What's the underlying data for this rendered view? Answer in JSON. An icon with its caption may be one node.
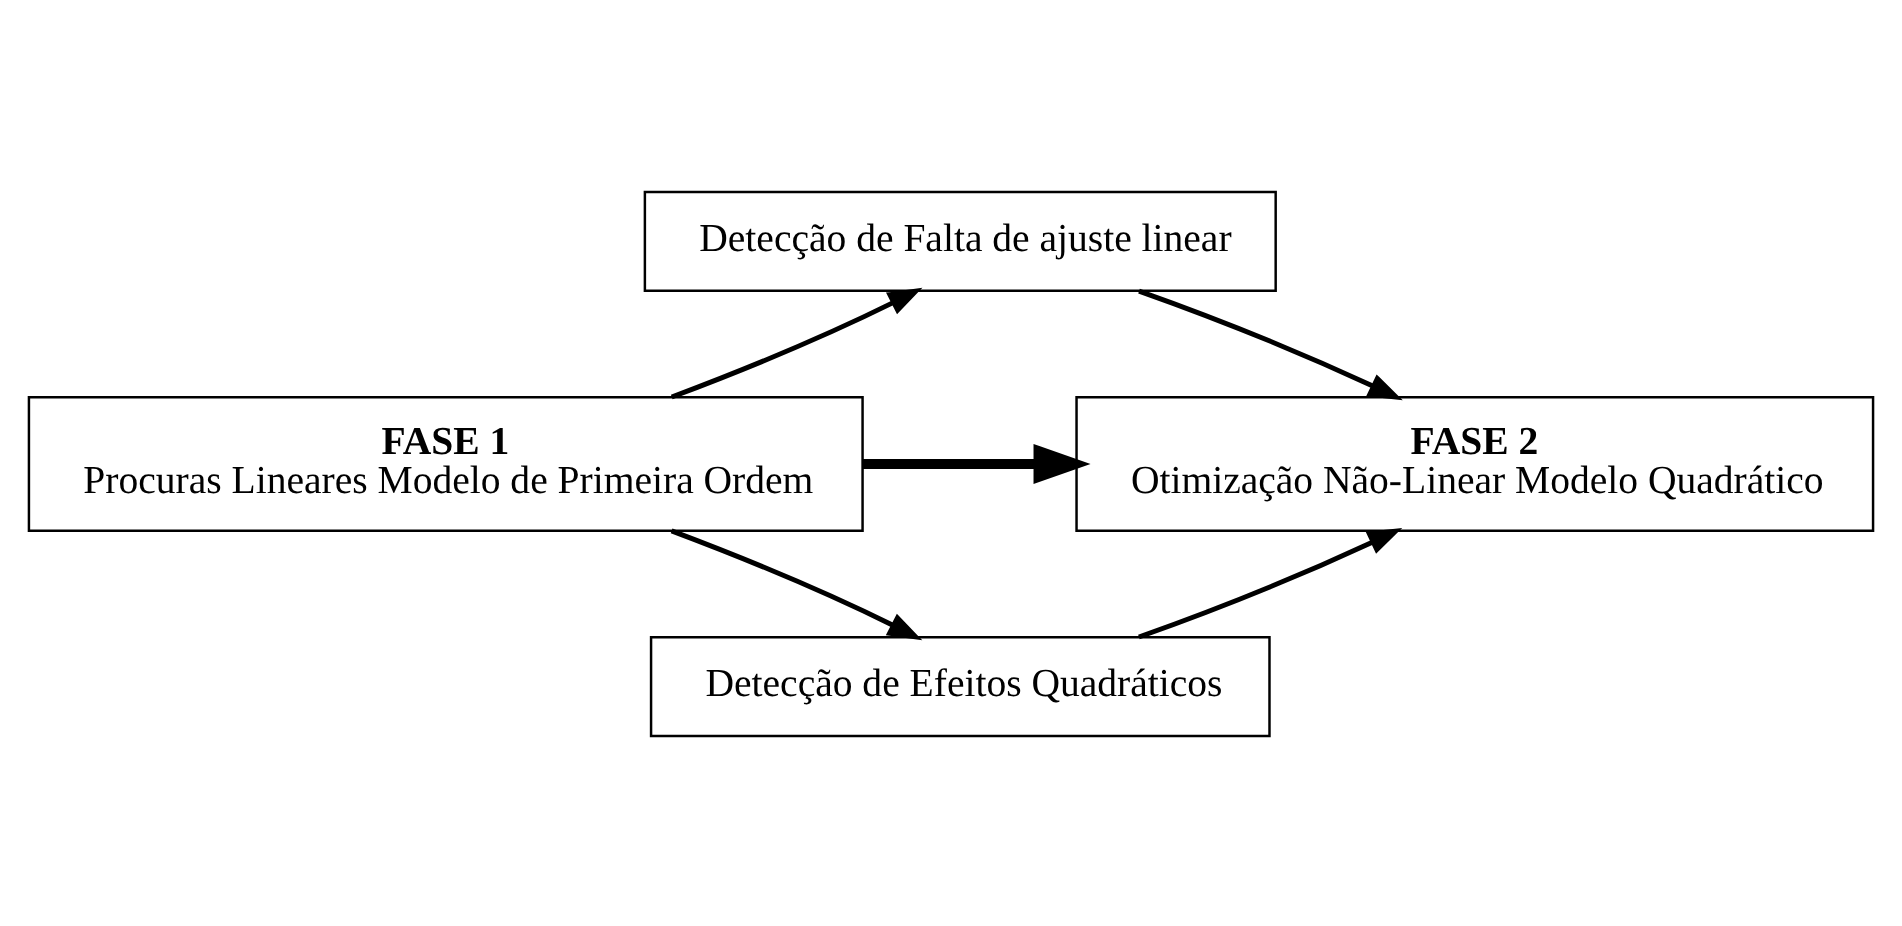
{
  "diagram": {
    "nodes": [
      {
        "text": [
          "Detecção de Falta de ajuste linear"
        ]
      },
      {
        "text": [
          "FASE 1",
          "Procuras Lineares Modelo de Primeira Ordem"
        ]
      },
      {
        "text": [
          "FASE 2",
          "Otimização Não-Linear Modelo Quadrático"
        ]
      },
      {
        "text": [
          "Detecção de Efeitos Quadráticos"
        ]
      }
    ],
    "edges": [
      {
        "from": 1,
        "to": 2,
        "arrow": "to",
        "style": "thick"
      },
      {
        "from": 1,
        "to": 0,
        "arrow": "to"
      },
      {
        "from": 0,
        "to": 2,
        "arrow": "to"
      },
      {
        "from": 1,
        "to": 3,
        "arrow": "to"
      },
      {
        "from": 3,
        "to": 2,
        "arrow": "to"
      }
    ]
  }
}
